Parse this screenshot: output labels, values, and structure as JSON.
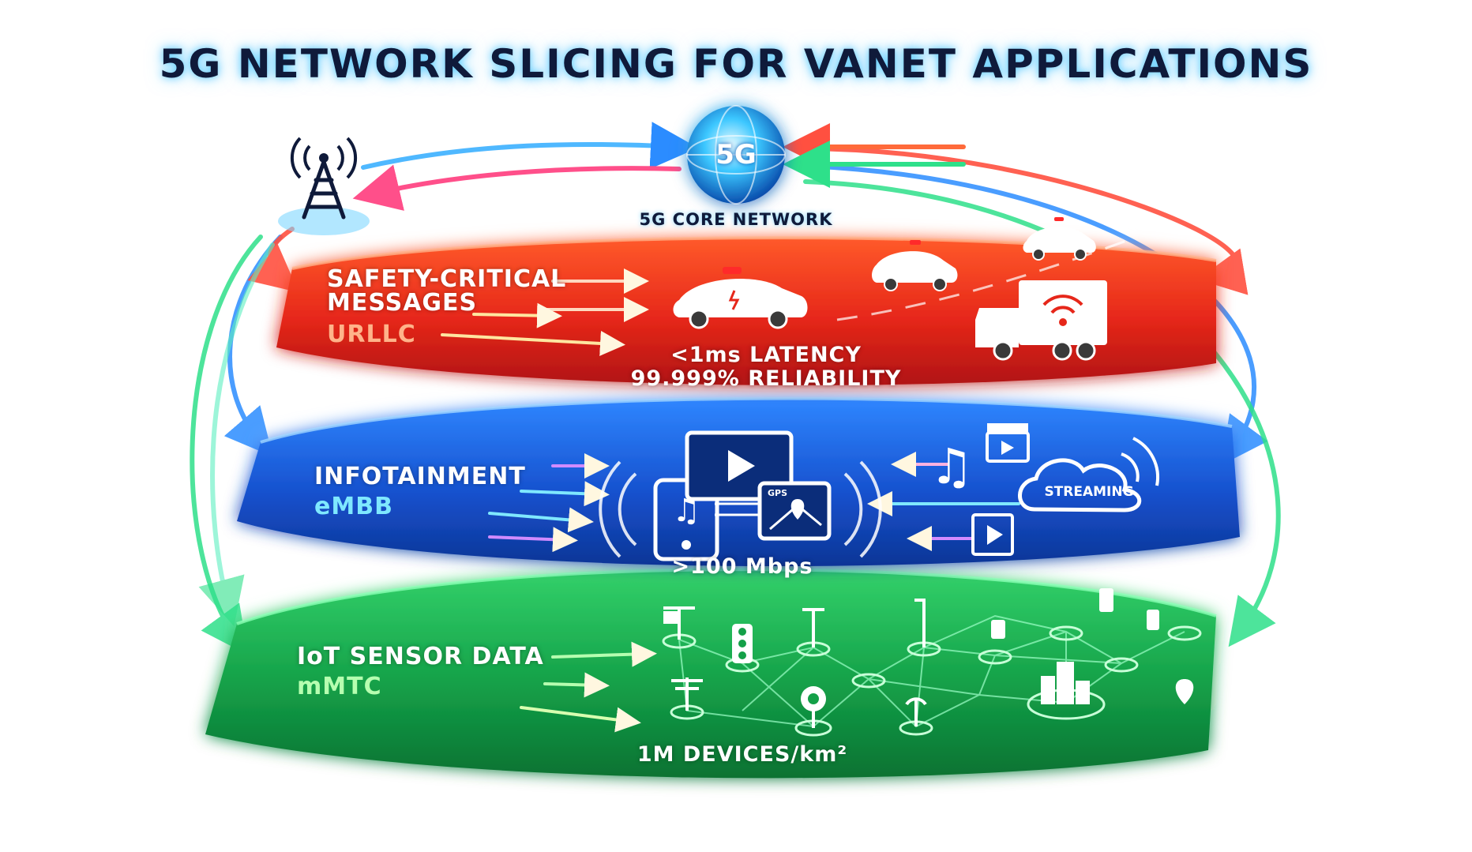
{
  "title": "5G NETWORK SLICING FOR VANET APPLICATIONS",
  "core": {
    "label": "5G CORE NETWORK",
    "badge": "5G"
  },
  "slices": [
    {
      "id": "urllc",
      "name_line1": "SAFETY-CRITICAL",
      "name_line2": "MESSAGES",
      "type": "URLLC",
      "metric_line1": "<1ms LATENCY",
      "metric_line2": "99.999% RELIABILITY",
      "color": "#e8321e"
    },
    {
      "id": "embb",
      "name_line1": "INFOTAINMENT",
      "type": "eMBB",
      "metric_line1": ">100 Mbps",
      "cloud_label": "STREAMING",
      "color": "#1a5fd8"
    },
    {
      "id": "mmtc",
      "name_line1": "IoT SENSOR DATA",
      "type": "mMTC",
      "metric_line1": "1M DEVICES/km²",
      "color": "#16a04a"
    }
  ],
  "device_labels": {
    "gps": "GPS"
  },
  "icons": [
    "cell-tower-icon",
    "globe-5g-icon",
    "police-car-icon",
    "car-icon",
    "truck-wifi-icon",
    "tablet-music-icon",
    "video-play-icon",
    "gps-map-icon",
    "music-note-icon",
    "clapperboard-icon",
    "film-icon",
    "cloud-icon",
    "traffic-light-icon",
    "street-lamp-icon",
    "parking-meter-icon",
    "smartphone-icon",
    "buildings-icon",
    "location-pin-icon"
  ]
}
